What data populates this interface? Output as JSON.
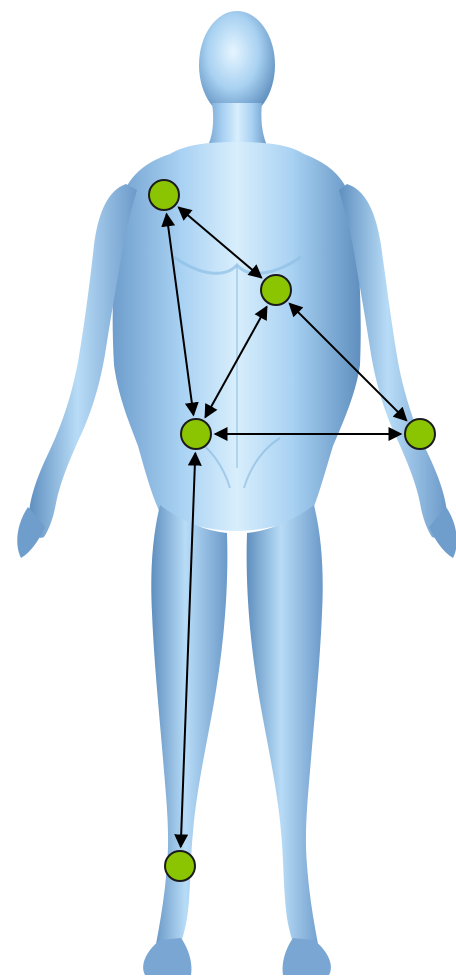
{
  "diagram": {
    "background_color": "#ffffff",
    "body_color_light": "#d7ecfb",
    "body_color_mid": "#9fcbef",
    "body_color_dark": "#5e93c6",
    "node_fill": "#8bc400",
    "node_stroke": "#1b1b1b",
    "edge_color": "#000000",
    "nodes": [
      {
        "id": "right-shoulder"
      },
      {
        "id": "chest-center"
      },
      {
        "id": "pelvis"
      },
      {
        "id": "left-hand"
      },
      {
        "id": "lower-leg"
      }
    ],
    "edges": [
      {
        "from": "right-shoulder",
        "to": "chest-center",
        "bidirectional": true
      },
      {
        "from": "right-shoulder",
        "to": "pelvis",
        "bidirectional": true
      },
      {
        "from": "chest-center",
        "to": "pelvis",
        "bidirectional": true
      },
      {
        "from": "chest-center",
        "to": "left-hand",
        "bidirectional": true
      },
      {
        "from": "pelvis",
        "to": "left-hand",
        "bidirectional": true
      },
      {
        "from": "pelvis",
        "to": "lower-leg",
        "bidirectional": true
      }
    ]
  }
}
